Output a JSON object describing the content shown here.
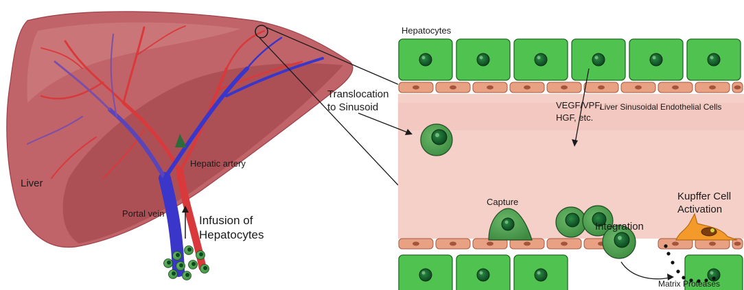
{
  "labels": {
    "liver": "Liver",
    "hepatic_artery": "Hepatic artery",
    "portal_vein": "Portal vein",
    "infusion_line1": "Infusion of",
    "infusion_line2": "Hepatocytes",
    "translocation_line1": "Translocation",
    "translocation_line2": "to Sinusoid",
    "hepatocytes": "Hepatocytes",
    "vegf_line1": "VEGF/VPF,",
    "vegf_line2": "HGF, etc.",
    "lsec": "Liver Sinusoidal Endothelial Cells",
    "capture": "Capture",
    "kupffer_line1": "Kupffer Cell",
    "kupffer_line2": "Activation",
    "integration": "Integration",
    "matrix_proteases": "Matrix Proteases"
  },
  "colors": {
    "liver_fill": "#b8565c",
    "liver_light": "#cd7479",
    "liver_dark": "#9c3f46",
    "artery": "#d9393a",
    "vein": "#3a36c9",
    "hepatocyte_fill": "#4fc24f",
    "hepatocyte_nucleus": "#0f5e2a",
    "endothelial_fill": "#e9a184",
    "endothelial_nucleus": "#a4543b",
    "sinusoid_lumen": "#f6d2cc",
    "kupffer_fill": "#f39a2a"
  }
}
